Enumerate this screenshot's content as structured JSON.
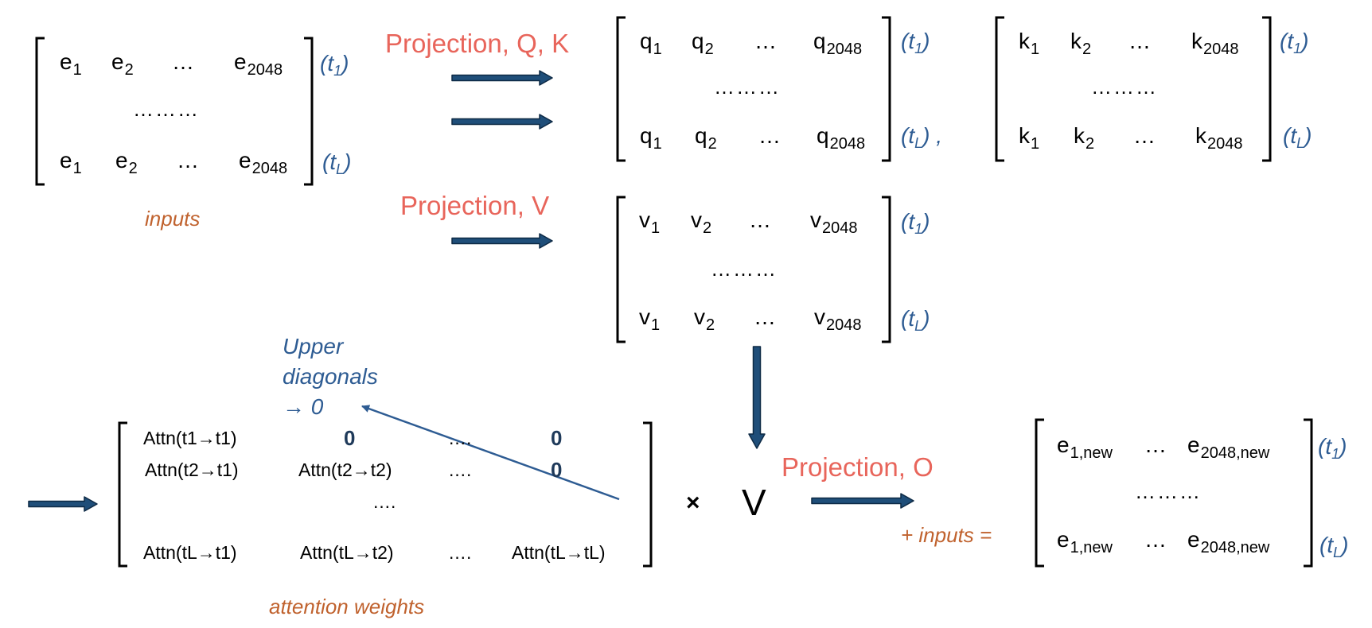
{
  "colors": {
    "arrow_fill": "#1F4E79",
    "arrow_stroke": "#0E2A45",
    "bracket": "#000000",
    "projection_label": "#E8655B",
    "caption": "#C0622E",
    "time_label": "#2E5C93"
  },
  "inputs": {
    "row1": {
      "c1": "e",
      "s1": "1",
      "c2": "e",
      "s2": "2",
      "dots": "…",
      "c3": "e",
      "s3": "2048"
    },
    "row2": {
      "c1": "e",
      "s1": "1",
      "c2": "e",
      "s2": "2",
      "dots": "…",
      "c3": "e",
      "s3": "2048"
    },
    "middle_dots": "………",
    "t_top": "t",
    "t_top_sub": "1",
    "t_bottom": "t",
    "t_bottom_sub": "L",
    "caption": "inputs"
  },
  "projection_qk": {
    "label": "Projection, Q, K"
  },
  "projection_v": {
    "label": "Projection, V"
  },
  "projection_o": {
    "label": "Projection, O"
  },
  "q_matrix": {
    "row1": {
      "c1": "q",
      "s1": "1",
      "c2": "q",
      "s2": "2",
      "dots": "…",
      "c3": "q",
      "s3": "2048"
    },
    "row2": {
      "c1": "q",
      "s1": "1",
      "c2": "q",
      "s2": "2",
      "dots": "…",
      "c3": "q",
      "s3": "2048"
    },
    "middle_dots": "………",
    "t_top": "t",
    "t_top_sub": "1",
    "t_bottom": "t",
    "t_bottom_sub": "L",
    "separator": ","
  },
  "k_matrix": {
    "row1": {
      "c1": "k",
      "s1": "1",
      "c2": "k",
      "s2": "2",
      "dots": "…",
      "c3": "k",
      "s3": "2048"
    },
    "row2": {
      "c1": "k",
      "s1": "1",
      "c2": "k",
      "s2": "2",
      "dots": "…",
      "c3": "k",
      "s3": "2048"
    },
    "middle_dots": "………",
    "t_top": "t",
    "t_top_sub": "1",
    "t_bottom": "t",
    "t_bottom_sub": "L"
  },
  "v_matrix": {
    "row1": {
      "c1": "v",
      "s1": "1",
      "c2": "v",
      "s2": "2",
      "dots": "…",
      "c3": "v",
      "s3": "2048"
    },
    "row2": {
      "c1": "v",
      "s1": "1",
      "c2": "v",
      "s2": "2",
      "dots": "…",
      "c3": "v",
      "s3": "2048"
    },
    "middle_dots": "………",
    "t_top": "t",
    "t_top_sub": "1",
    "t_bottom": "t",
    "t_bottom_sub": "L"
  },
  "attention": {
    "r1c1": "Attn(t1→t1)",
    "r1c2": "0",
    "r1c3": "….",
    "r1c4": "0",
    "r2c1": "Attn(t2→t1)",
    "r2c2": "Attn(t2→t2)",
    "r2c3": "….",
    "r2c4": "0",
    "r3c3": "….",
    "r4c1": "Attn(tL→t1)",
    "r4c2": "Attn(tL→t2)",
    "r4c3": "….",
    "r4c4": "Attn(tL→tL)",
    "caption": "attention weights",
    "note_line1": "Upper",
    "note_line2": "diagonals",
    "note_line3": "→ 0"
  },
  "multiply": {
    "symbol": "×",
    "matrix": "V"
  },
  "plus_inputs": "+ inputs =",
  "output": {
    "row1": {
      "c1": "e",
      "s1": "1,new",
      "dots": "…",
      "c2": "e",
      "s2": "2048,new"
    },
    "row2": {
      "c1": "e",
      "s1": "1,new",
      "dots": "…",
      "c2": "e",
      "s2": "2048,new"
    },
    "middle_dots": "………",
    "t_top": "t",
    "t_top_sub": "1",
    "t_bottom": "t",
    "t_bottom_sub": "L"
  }
}
